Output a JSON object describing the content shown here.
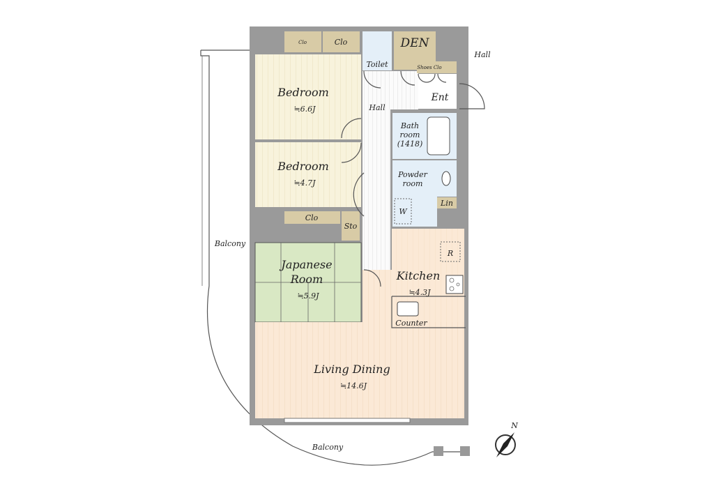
{
  "plan": {
    "rooms": {
      "bedroom1": {
        "name": "Bedroom",
        "size": "≒6.6J"
      },
      "bedroom2": {
        "name": "Bedroom",
        "size": "≒4.7J"
      },
      "japanese": {
        "name_line1": "Japanese",
        "name_line2": "Room",
        "size": "≒5.9J"
      },
      "kitchen": {
        "name": "Kitchen",
        "size": "≒4.3J"
      },
      "living": {
        "name": "Living Dining",
        "size": "≒14.6J"
      },
      "den": "DEN",
      "toilet": "Toilet",
      "hall_inner": "Hall",
      "hall_outer": "Hall",
      "entrance": "Ent",
      "bath_line1": "Bath",
      "bath_line2": "room",
      "bath_line3": "(1418)",
      "powder_line1": "Powder",
      "powder_line2": "room"
    },
    "storage": {
      "clo1": "Clo",
      "clo2": "Clo",
      "clo3": "Clo",
      "sto": "Sto",
      "shoes": "Shoes Clo",
      "lin": "Lin",
      "washer": "W",
      "fridge": "R",
      "counter": "Counter"
    },
    "balcony_side": "Balcony",
    "balcony_bottom": "Balcony",
    "compass": "N"
  },
  "colors": {
    "wall": "#9a9a9a",
    "bedroom": "#f8f3dc",
    "closet": "#d8cba6",
    "wet": "#e4eff8",
    "tatami": "#d9e8c4",
    "living": "#fbe9d6"
  }
}
